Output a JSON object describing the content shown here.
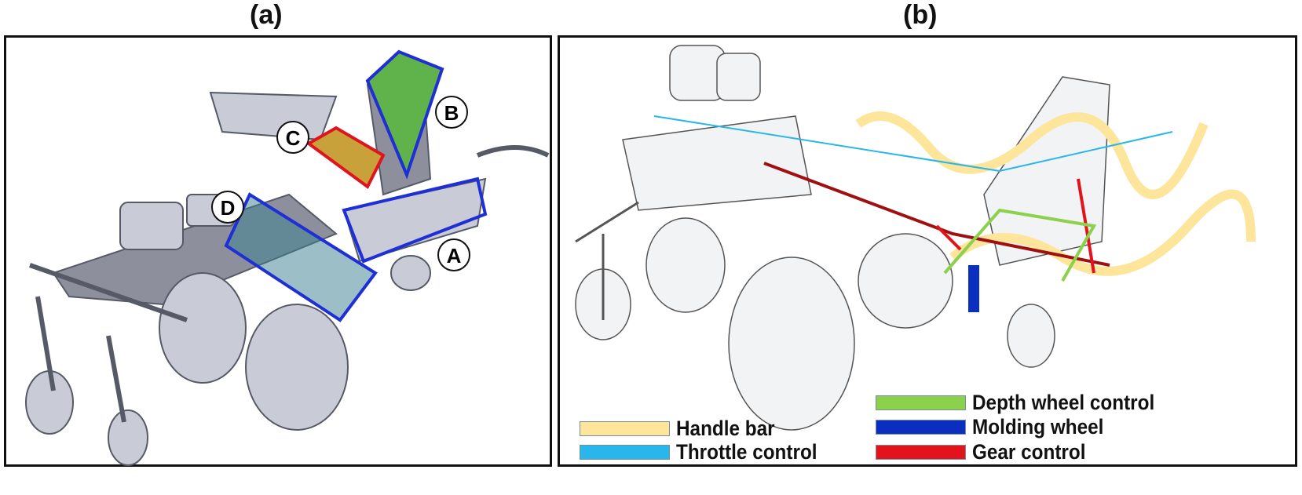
{
  "panels": {
    "a": {
      "title": "(a)",
      "labels": {
        "A": "A",
        "B": "B",
        "C": "C",
        "D": "D"
      },
      "box_colors": {
        "blue": "#1f2fd6",
        "red": "#e0141e"
      }
    },
    "b": {
      "title": "(b)",
      "legend": [
        {
          "label": "Handle bar",
          "color": "#fde59c"
        },
        {
          "label": "Throttle control",
          "color": "#29b6ea"
        },
        {
          "label": "Depth wheel control",
          "color": "#8bd14b"
        },
        {
          "label": "Molding wheel",
          "color": "#0a2fbf"
        },
        {
          "label": "Gear control",
          "color": "#e3131b"
        }
      ]
    }
  }
}
